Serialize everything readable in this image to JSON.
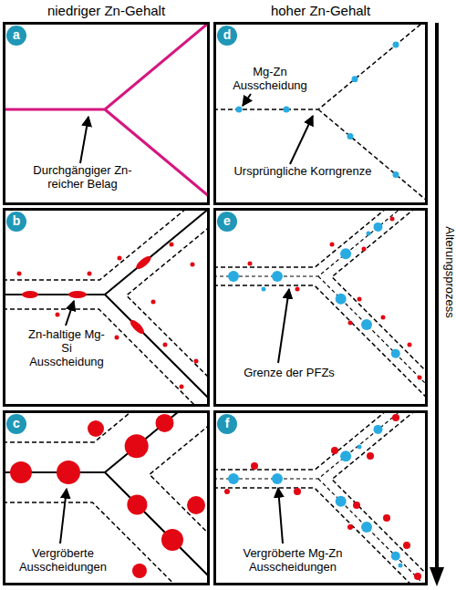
{
  "diagram": {
    "nodes": [
      {
        "text": [
          "Durchgängiger Zn-reicher Belag"
        ]
      },
      {
        "text": [
          "a"
        ],
        "in": 0
      },
      {
        "text": [
          "Mg-Zn Ausscheidung",
          "Ursprüngliche Korngrenze"
        ]
      },
      {
        "text": [
          "d"
        ],
        "in": 2
      },
      {
        "text": [
          "Zn-haltige Mg-Si Ausscheidung"
        ]
      },
      {
        "text": [
          "b"
        ],
        "in": 4
      },
      {
        "text": [
          "Grenze der PFZs"
        ]
      },
      {
        "text": [
          "e"
        ],
        "in": 6
      },
      {
        "text": [
          "Vergröberte Ausscheidungen"
        ]
      },
      {
        "text": [
          "c"
        ],
        "in": 8
      },
      {
        "text": [
          "Vergröberte Mg-Zn Ausscheidungen"
        ]
      },
      {
        "text": [
          "f"
        ],
        "in": 10
      }
    ],
    "labels": [
      "niedriger Zn-Gehalt",
      "hoher Zn-Gehalt",
      "Alterungsprozess"
    ]
  }
}
